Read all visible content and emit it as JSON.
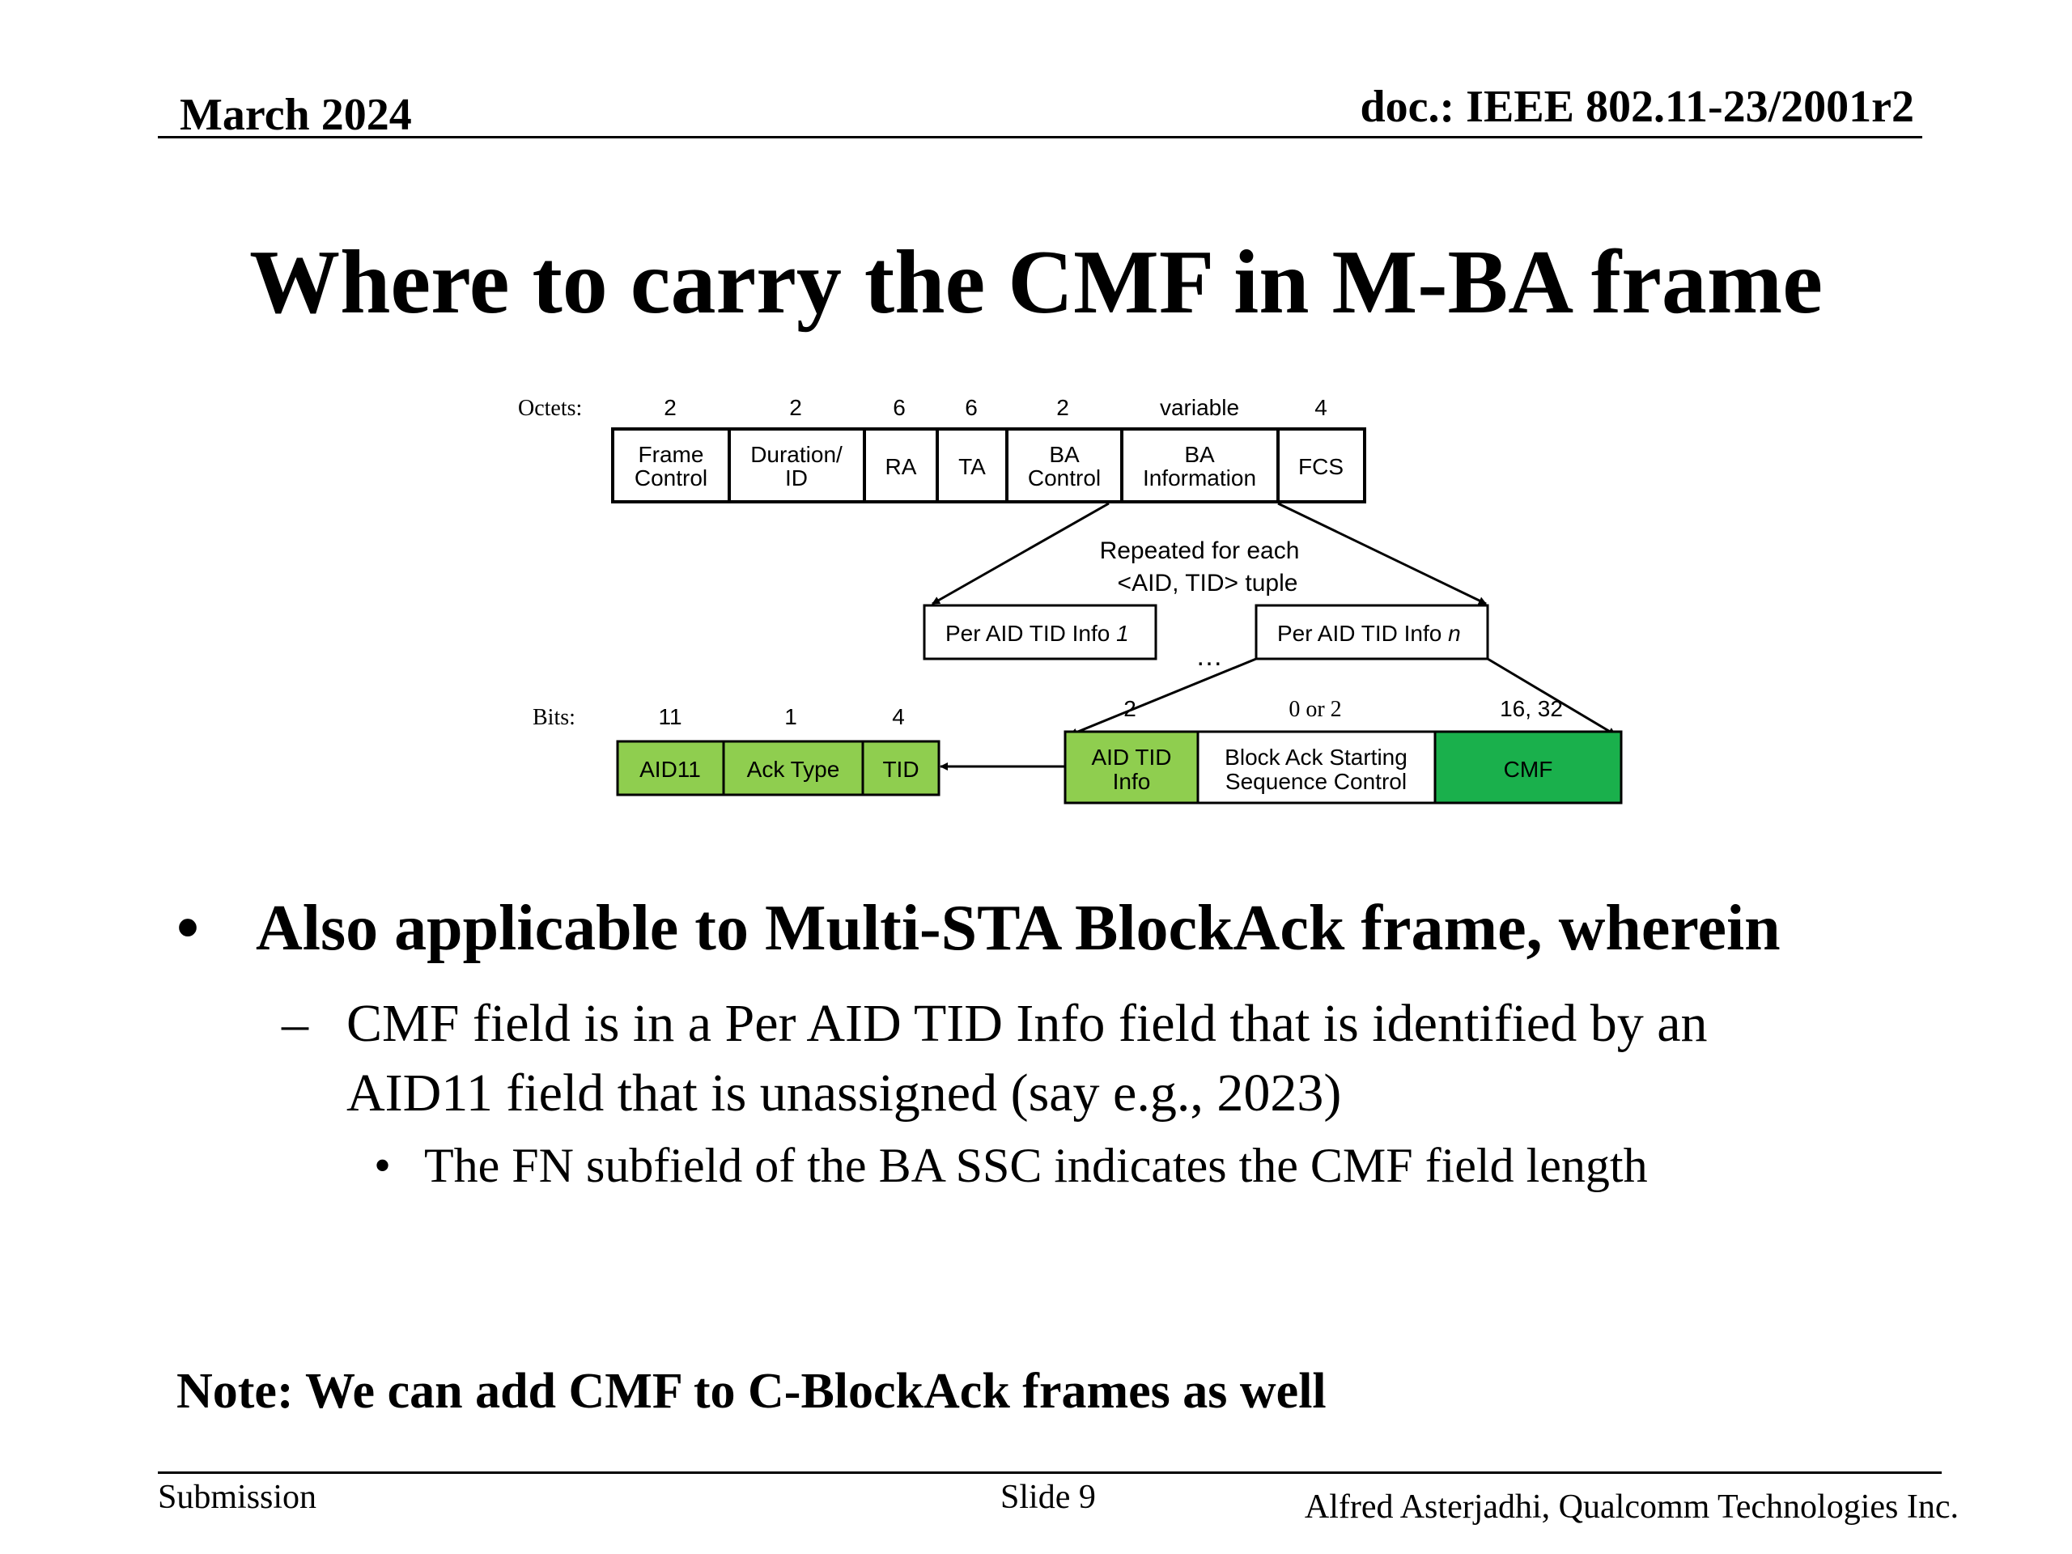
{
  "header": {
    "date": "March 2024",
    "doc": "doc.: IEEE 802.11-23/2001r2"
  },
  "title": "Where to carry the CMF in M-BA frame",
  "diagram": {
    "octets_label": "Octets:",
    "frame_fields": [
      {
        "size": "2",
        "label_lines": [
          "Frame",
          "Control"
        ]
      },
      {
        "size": "2",
        "label_lines": [
          "Duration/",
          "ID"
        ]
      },
      {
        "size": "6",
        "label_lines": [
          "RA"
        ]
      },
      {
        "size": "6",
        "label_lines": [
          "TA"
        ]
      },
      {
        "size": "2",
        "label_lines": [
          "BA",
          "Control"
        ]
      },
      {
        "size": "variable",
        "label_lines": [
          "BA",
          "Information"
        ]
      },
      {
        "size": "4",
        "label_lines": [
          "FCS"
        ]
      }
    ],
    "repeated_note": [
      "Repeated for each",
      "<AID, TID> tuple"
    ],
    "per_aid_1": {
      "text": "Per AID TID Info ",
      "index": "1"
    },
    "per_aid_n": {
      "text": "Per AID TID Info ",
      "index": "n"
    },
    "ellipsis": "…",
    "bits_label": "Bits:",
    "aid_fields": [
      {
        "size": "11",
        "label": "AID11"
      },
      {
        "size": "1",
        "label": "Ack Type"
      },
      {
        "size": "4",
        "label": "TID"
      }
    ],
    "info_fields": [
      {
        "size": "2",
        "label_lines": [
          "AID TID",
          "Info"
        ]
      },
      {
        "size": "0 or 2",
        "label_lines": [
          "Block Ack Starting",
          "Sequence Control"
        ]
      },
      {
        "size": "16, 32",
        "label_lines": [
          "CMF"
        ]
      }
    ],
    "colors": {
      "light_green": "#8fce4f",
      "dark_green": "#1ab04c",
      "box_border": "#000000"
    }
  },
  "bullets": {
    "level1": "Also applicable to Multi-STA BlockAck frame, wherein",
    "level1_marker": "•",
    "level2_marker": "–",
    "level2_line1": "CMF field is in a Per AID TID Info field that is identified by an",
    "level2_line2": "AID11 field that is unassigned (say e.g., 2023)",
    "level3_marker": "•",
    "level3": "The FN subfield of the BA SSC indicates the CMF field length"
  },
  "note": "Note: We can add CMF to C-BlockAck frames as well",
  "footer": {
    "left": "Submission",
    "center": "Slide 9",
    "right": "Alfred Asterjadhi, Qualcomm Technologies Inc."
  }
}
